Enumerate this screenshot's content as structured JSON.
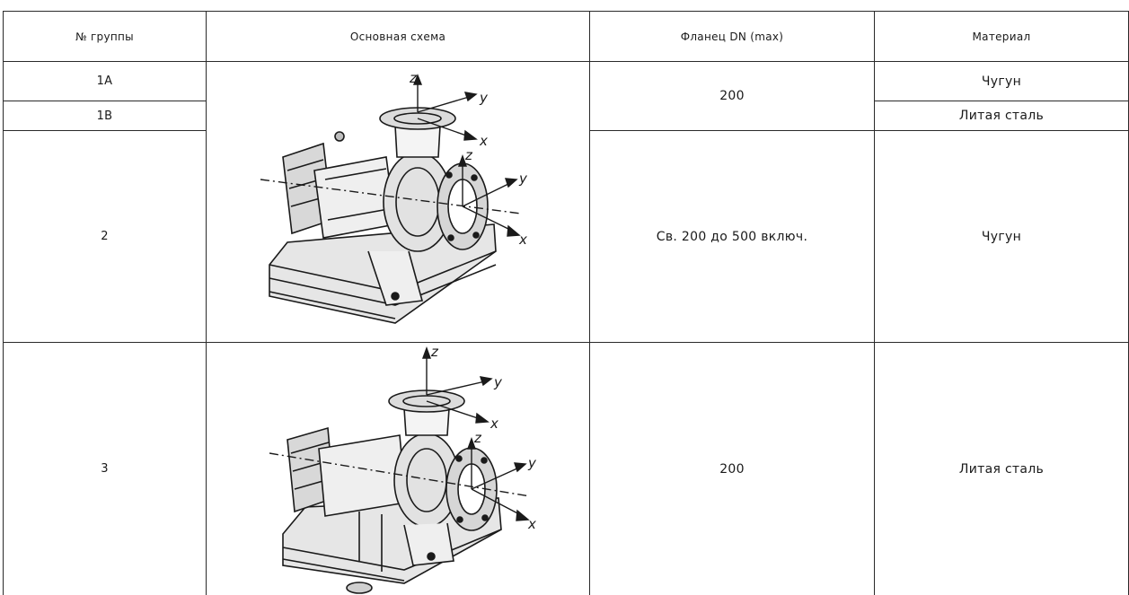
{
  "table": {
    "headers": {
      "group": "№ группы",
      "scheme": "Основная схема",
      "flange": "Фланец DN (max)",
      "material": "Материал"
    },
    "rows": [
      {
        "group": "1A",
        "material": "Чугун"
      },
      {
        "group": "1B",
        "material": "Литая сталь"
      },
      {
        "group": "2",
        "material": "Чугун"
      },
      {
        "group": "3",
        "material": "Литая сталь"
      }
    ],
    "flange_values": {
      "group1": "200",
      "group2": "Св. 200 до 500 включ.",
      "group3": "200"
    }
  },
  "axis_labels": {
    "z": "z",
    "y": "y",
    "x": "x"
  }
}
